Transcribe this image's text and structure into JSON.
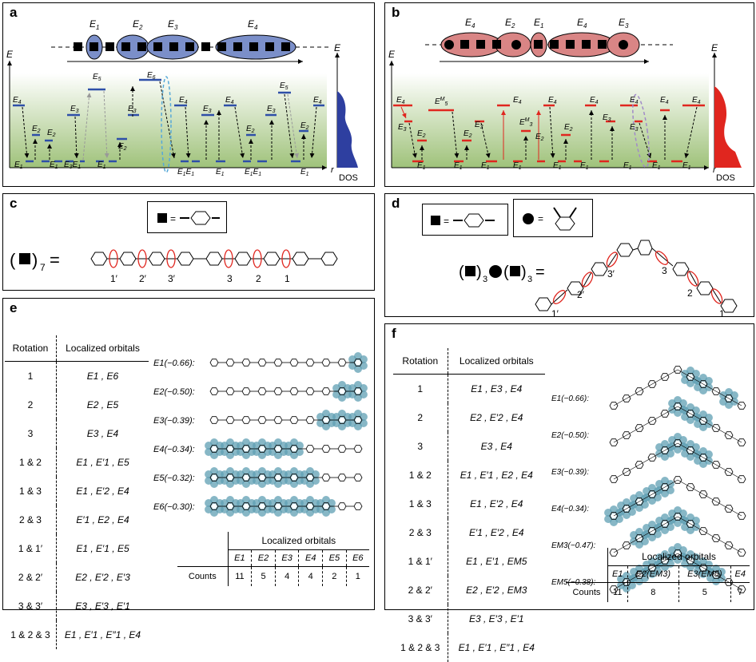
{
  "panels": {
    "a": {
      "label": "a"
    },
    "b": {
      "label": "b"
    },
    "c": {
      "label": "c"
    },
    "d": {
      "label": "d"
    },
    "e": {
      "label": "e"
    },
    "f": {
      "label": "f"
    }
  },
  "axis": {
    "energy": "E",
    "position": "r",
    "dos": "DOS"
  },
  "panel_a": {
    "chain_labels": [
      "E1",
      "E2",
      "E3",
      "E4"
    ],
    "levels_left": [
      "E4",
      "E2",
      "E2",
      "E1",
      "E1",
      "E1",
      "E3",
      "E5",
      "E6",
      "E1",
      "E2",
      "E3"
    ],
    "level_text": {
      "E1": "E1",
      "E2": "E2",
      "E3": "E3",
      "E4": "E4",
      "E5": "E5",
      "E6": "E6",
      "E1p": "E'1"
    }
  },
  "panel_b": {
    "chain_labels": [
      "E4",
      "E2",
      "E1",
      "E4",
      "E3"
    ],
    "level_text": {
      "EM5": "EM5",
      "EM3": "EM3"
    }
  },
  "panel_c": {
    "formula_left": "(",
    "formula_sub": "7",
    "formula_right": ")",
    "formula_eq": "=",
    "legend_eq": "=",
    "rotation_marks": [
      "1′",
      "2′",
      "3′",
      "3",
      "2",
      "1"
    ]
  },
  "panel_d": {
    "legend_eq1": "=",
    "legend_eq2": "=",
    "formula": "(■)3●(■)3=",
    "formula_sub1": "3",
    "formula_sub2": "3",
    "rotation_marks": [
      "1′",
      "2′",
      "3′",
      "3",
      "2",
      "1"
    ]
  },
  "panel_e": {
    "table_headers": [
      "Rotation",
      "Localized orbitals"
    ],
    "rows": [
      {
        "rotation": "1",
        "orbitals": "E1 , E6"
      },
      {
        "rotation": "2",
        "orbitals": "E2 , E5"
      },
      {
        "rotation": "3",
        "orbitals": "E3 , E4"
      },
      {
        "rotation": "1 & 2",
        "orbitals": "E1 , E′1 , E5"
      },
      {
        "rotation": "1 & 3",
        "orbitals": "E1 , E′2 , E4"
      },
      {
        "rotation": "2 & 3",
        "orbitals": "E′1 , E2 , E4"
      },
      {
        "rotation": "1 & 1′",
        "orbitals": "E1 , E′1 , E5"
      },
      {
        "rotation": "2 & 2′",
        "orbitals": "E2 , E′2 , E′3"
      },
      {
        "rotation": "3 & 3′",
        "orbitals": "E3 , E′3 , E′1"
      },
      {
        "rotation": "1 & 2 & 3",
        "orbitals": "E1 , E′1 , E″1 , E4"
      }
    ],
    "orbital_labels": [
      "E1(−0.66):",
      "E2(−0.50):",
      "E3(−0.39):",
      "E4(−0.34):",
      "E5(−0.32):",
      "E6(−0.30):"
    ],
    "counts": {
      "header": "Localized orbitals",
      "row_label": "Counts",
      "columns": [
        "E1",
        "E2",
        "E3",
        "E4",
        "E5",
        "E6"
      ],
      "values": [
        "11",
        "5",
        "4",
        "4",
        "2",
        "1"
      ]
    }
  },
  "panel_f": {
    "table_headers": [
      "Rotation",
      "Localized orbitals"
    ],
    "rows": [
      {
        "rotation": "1",
        "orbitals": "E1 , E3 , E4"
      },
      {
        "rotation": "2",
        "orbitals": "E2 , E′2 , E4"
      },
      {
        "rotation": "3",
        "orbitals": "E3 , E4"
      },
      {
        "rotation": "1 & 2",
        "orbitals": "E1 , E′1 , E2 , E4"
      },
      {
        "rotation": "1 & 3",
        "orbitals": "E1 , E′2 , E4"
      },
      {
        "rotation": "2 & 3",
        "orbitals": "E′1 , E′2 , E4"
      },
      {
        "rotation": "1 & 1′",
        "orbitals": "E1 , E′1 , EM5"
      },
      {
        "rotation": "2 & 2′",
        "orbitals": "E2 , E′2 , EM3"
      },
      {
        "rotation": "3 & 3′",
        "orbitals": "E3 , E′3 , E′1"
      },
      {
        "rotation": "1 & 2 & 3",
        "orbitals": "E1 , E′1 , E″1 , E4"
      }
    ],
    "orbital_labels": [
      "E1(−0.66):",
      "E2(−0.50):",
      "E3(−0.39):",
      "E4(−0.34):",
      "EM3(−0.47):",
      "EM5(−0.38):"
    ],
    "counts": {
      "header": "Localized orbitals",
      "row_label": "Counts",
      "columns": [
        "E1",
        "E2(EM3)",
        "E3(EM5)",
        "E4"
      ],
      "values": [
        "11",
        "8",
        "5",
        "7"
      ]
    }
  },
  "colors": {
    "blue_fill": "#7b8fc9",
    "blue_level": "#2e4fa8",
    "red_fill": "#d98585",
    "red_level": "#e0261f",
    "green_top": "#ffffff",
    "green_bottom": "#9fc27a",
    "orbital_lobe": "#5f9fb3",
    "arrow_red": "#e0261f"
  }
}
